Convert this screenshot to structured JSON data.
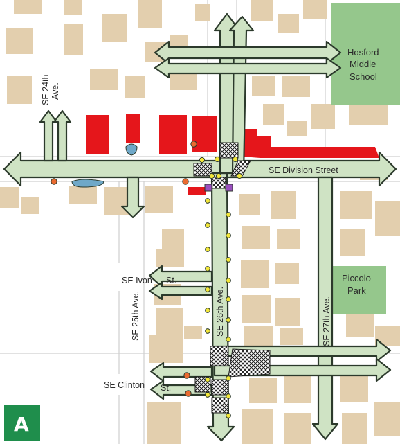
{
  "map": {
    "panel_letter": "A",
    "colors": {
      "background": "#ffffff",
      "building": "#e3cfae",
      "street_line": "#cfcfcf",
      "route_fill": "#cfe3c4",
      "route_edge": "#2c3a2c",
      "park": "#95c78c",
      "highlight_building": "#e5161b",
      "crosswalk": "#1d1d1d",
      "marker_yellow": "#f2e63a",
      "marker_orange": "#ea6a30",
      "marker_purple": "#9b4fbf",
      "panel": "#1f8e4c",
      "water": "#6fa8c8"
    },
    "streets": {
      "division": "SE Division Street",
      "ave_24": [
        "SE 24th",
        "Ave."
      ],
      "ave_25": "SE 25th Ave.",
      "ave_26": "SE 26th Ave.",
      "ave_27": "SE 27th Ave.",
      "ivon": [
        "SE Ivon",
        "St."
      ],
      "clinton": [
        "SE Clinton",
        "St."
      ]
    },
    "places": {
      "school": [
        "Hosford",
        "Middle",
        "School"
      ],
      "park": [
        "Piccolo",
        "Park"
      ]
    }
  }
}
